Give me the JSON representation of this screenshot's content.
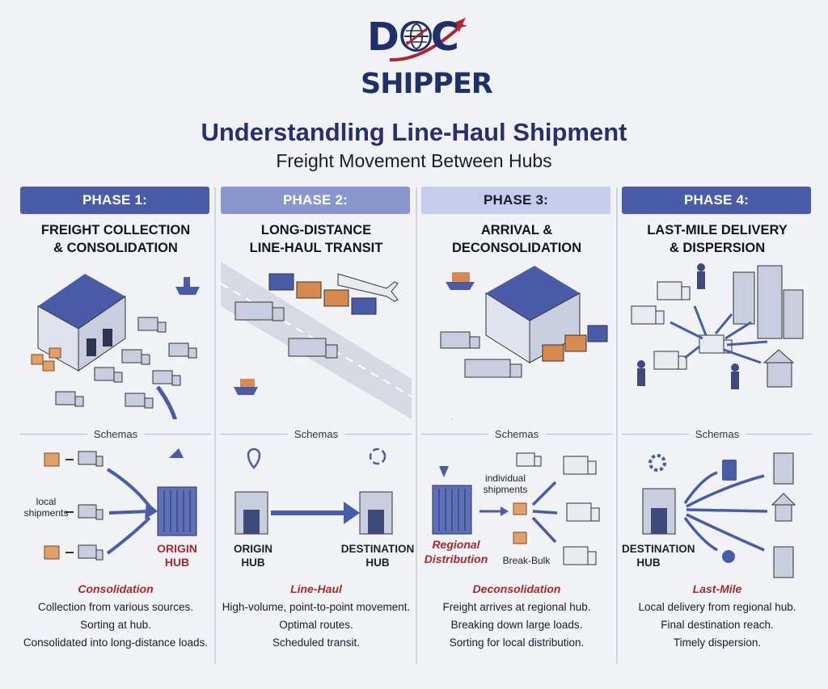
{
  "logo": {
    "line1": "DOC",
    "line2": "SHIPPER"
  },
  "title": "Understandling Line-Haul Shipment",
  "subtitle": "Freight Movement Between Hubs",
  "colors": {
    "navy": "#27306b",
    "phase1": "#4a5ba8",
    "phase2": "#8a97cc",
    "phase3": "#c6cdea",
    "phase4": "#4a5ba8",
    "accent_red": "#a52a2a"
  },
  "phases": [
    {
      "label": "PHASE 1:",
      "heading_lines": [
        "FREIGHT COLLECTION",
        "& CONSOLIDATION"
      ],
      "schemas": "Schemas",
      "schema_labels": {
        "left": "local\nshipments",
        "hub": "ORIGIN\nHUB"
      },
      "stage": "Consolidation",
      "desc": [
        "Collection from various sources.",
        "Sorting at hub.",
        "Consolidated into long-distance loads."
      ]
    },
    {
      "label": "PHASE 2:",
      "heading_lines": [
        "LONG-DISTANCE",
        "LINE-HAUL TRANSIT"
      ],
      "schemas": "Schemas",
      "schema_labels": {
        "origin": "ORIGIN\nHUB",
        "dest": "DESTINATION\nHUB"
      },
      "stage": "Line-Haul",
      "desc": [
        "High-volume, point-to-point movement.",
        "Optimal routes.",
        "Scheduled transit."
      ]
    },
    {
      "label": "PHASE 3:",
      "heading_lines": [
        "ARRIVAL &",
        "DECONSOLIDATION"
      ],
      "schemas": "Schemas",
      "schema_labels": {
        "individual": "individual\nshipments",
        "regional": "Regional\nDistribution",
        "breakbulk": "Break-Bulk"
      },
      "stage": "Deconsolidation",
      "desc": [
        "Freight arrives at regional hub.",
        "Breaking down large loads.",
        "Sorting for local distribution."
      ]
    },
    {
      "label": "PHASE 4:",
      "heading_lines": [
        "LAST-MILE DELIVERY",
        "& DISPERSION"
      ],
      "schemas": "Schemas",
      "schema_labels": {
        "dest": "DESTINATION\nHUB"
      },
      "stage": "Last-Mile",
      "desc": [
        "Local delivery from regional hub.",
        "Final destination reach.",
        "Timely dispersion."
      ]
    }
  ]
}
